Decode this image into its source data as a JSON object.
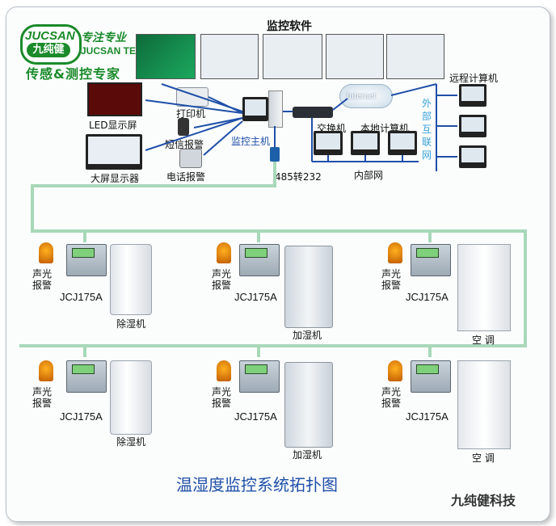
{
  "logo": {
    "brand_en": "JUCSAN",
    "brand_cn": "九纯健",
    "brand_slogan_cn": "专注专业",
    "brand_tech": "JUCSAN TECH",
    "tagline": "传感&测控专家"
  },
  "software": {
    "label": "监控软件"
  },
  "devices": {
    "led": "LED显示屏",
    "big_screen": "大屏显示器",
    "printer": "打印机",
    "sms": "短信报警",
    "phone": "电话报警",
    "host": "监控主机",
    "converter": "485转232",
    "switch": "交换机",
    "local_pc": "本地计算机",
    "lan": "内部网",
    "internet": "Internet",
    "remote_pc": "远程计算机",
    "external_net": "外部互联网"
  },
  "field_units": {
    "alarm_label_1": "声光",
    "alarm_label_2": "报警",
    "model": "JCJ175A",
    "dehumidifier": "除湿机",
    "humidifier": "加湿机",
    "aircon": "空 调"
  },
  "title": "温湿度监控系统拓扑图",
  "company": "九纯健科技",
  "colors": {
    "bus_line": "#a8d8b8",
    "brand_green": "#1a8a2a",
    "network_line": "#1f4fa8"
  },
  "icons": [
    "alarm-light-icon",
    "controller-icon",
    "monitor-icon",
    "printer-icon",
    "phone-icon",
    "switch-icon",
    "cloud-icon"
  ]
}
